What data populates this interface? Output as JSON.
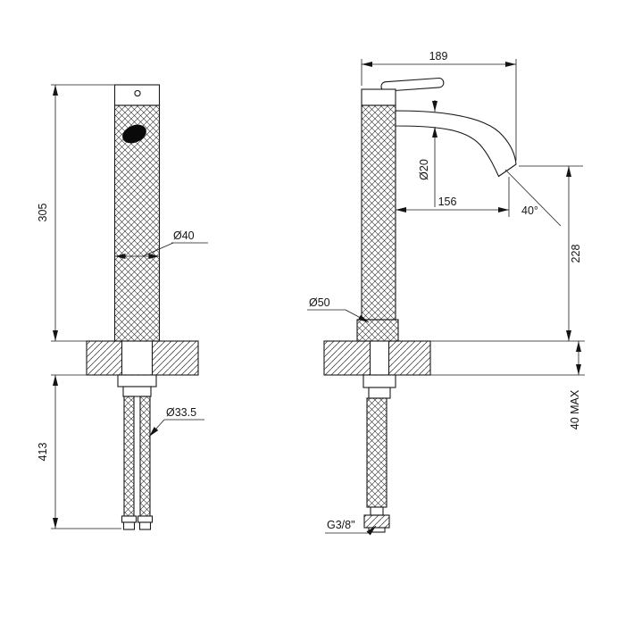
{
  "drawing": {
    "type": "technical-dimension-drawing",
    "subject": "single-lever basin mixer tap, two orthographic views",
    "line_color": "#1a1a1a",
    "background": "#ffffff"
  },
  "views": {
    "front": {
      "label": "front-view",
      "dim_height": "305",
      "dim_hose_length": "413",
      "dim_body_diameter": "Ø40",
      "dim_hose_diameter": "Ø33.5"
    },
    "side": {
      "label": "side-view",
      "dim_depth": "189",
      "dim_spout_diameter": "Ø20",
      "dim_reach": "156",
      "dim_angle": "40°",
      "dim_spout_height": "228",
      "dim_base_diameter": "Ø50",
      "dim_deck_thickness": "40 MAX",
      "dim_thread": "G3/8\""
    }
  }
}
